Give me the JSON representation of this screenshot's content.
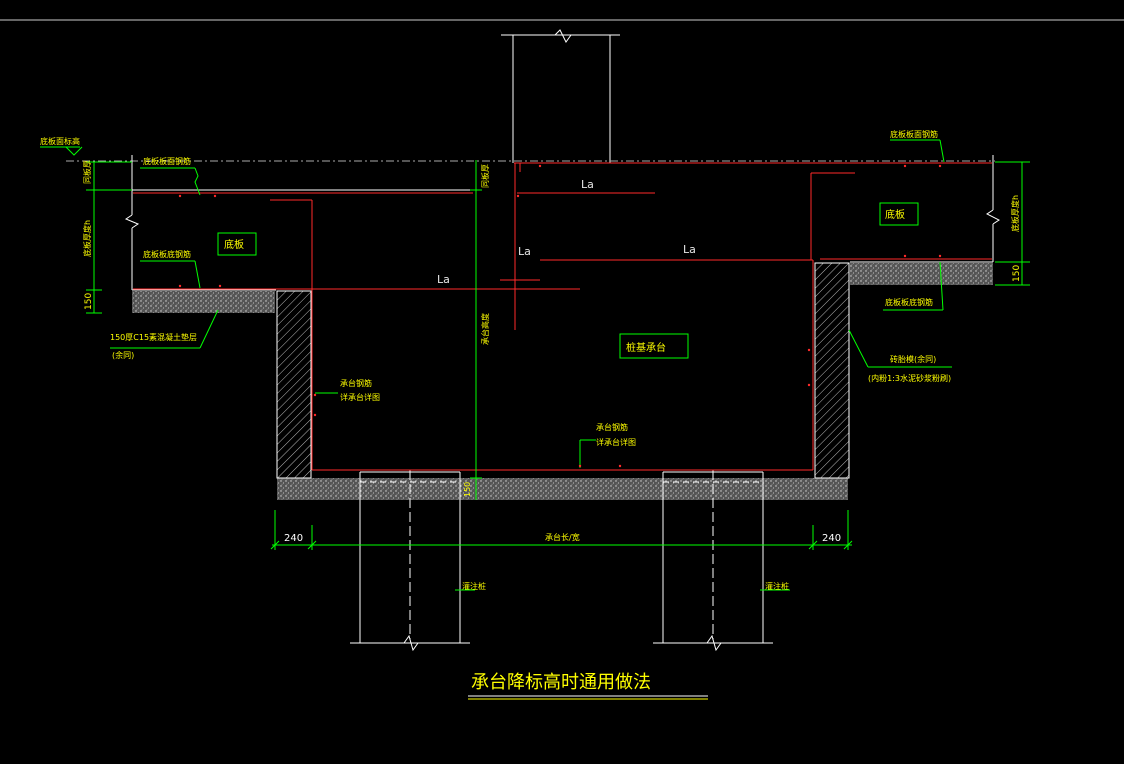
{
  "title": "承台降标高时通用做法",
  "labels": {
    "slab_top_elev": "底板面标高",
    "slab_top_rebar_left": "底板板面钢筋",
    "slab_bottom_rebar_left": "底板板底钢筋",
    "slab_top_rebar_right": "底板板面钢筋",
    "slab_bottom_rebar_right": "底板板底钢筋",
    "slab_left": "底板",
    "slab_right": "底板",
    "slab_thickness_left": "底板厚度h",
    "slab_thickness_right": "底板厚度h",
    "cushion_150_left": "150",
    "cushion_150_right": "150",
    "cushion_note_line1": "150厚C15素混凝土垫层",
    "cushion_note_line2": "(余同)",
    "brick_mold_line1": "砖胎模(余同)",
    "brick_mold_line2": "(内粉1:3水泥砂浆粉刷)",
    "pile_cap": "桩基承台",
    "cap_rebar_side_1": "承台钢筋",
    "cap_rebar_side_2": "详承台详图",
    "cap_rebar_bottom_1": "承台钢筋",
    "cap_rebar_bottom_2": "详承台详图",
    "la_1": "La",
    "la_2": "La",
    "la_3": "La",
    "la_4": "La",
    "cap_height": "承台高度",
    "cap_150": "150",
    "cap_dim_label": "承台长/宽",
    "dim_240_left": "240",
    "dim_240_right": "240",
    "pile_left": "灌注桩",
    "pile_right": "灌注桩",
    "small_left_1": "同板厚",
    "small_mid": "同板厚"
  }
}
